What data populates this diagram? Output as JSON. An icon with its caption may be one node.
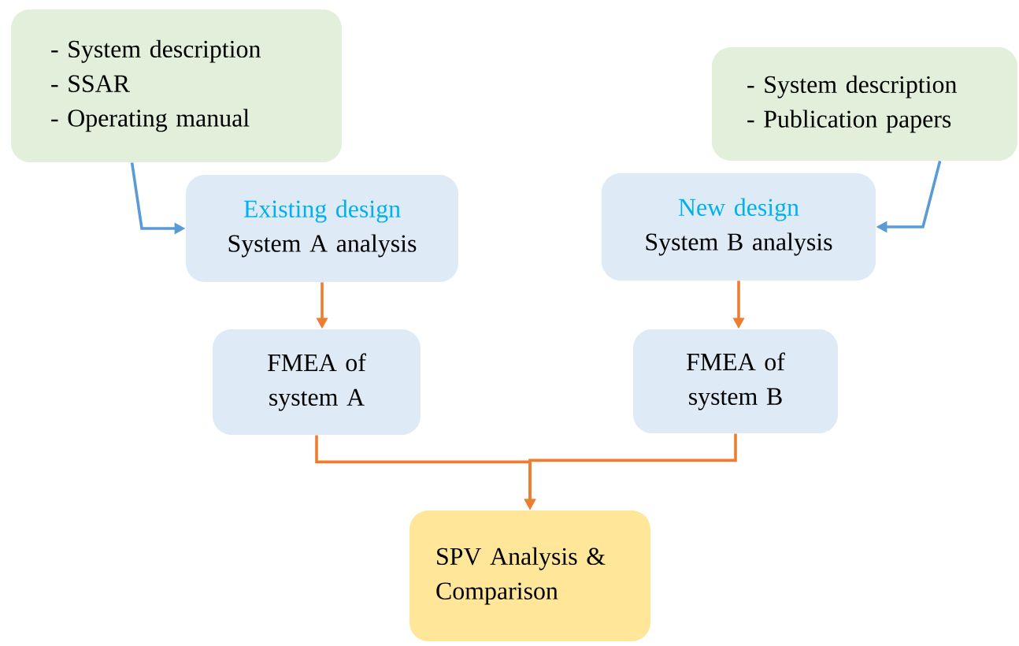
{
  "diagram": {
    "nodes": [
      {
        "text": [
          "- System description",
          "- SSAR",
          "- Operating manual"
        ]
      },
      {
        "text": [
          "- System description",
          "- Publication papers"
        ]
      },
      {
        "text": [
          "Existing design",
          "System A analysis"
        ]
      },
      {
        "text": [
          "New design",
          "System B analysis"
        ]
      },
      {
        "text": [
          "FMEA of system A"
        ]
      },
      {
        "text": [
          "FMEA of system B"
        ]
      },
      {
        "text": [
          "SPV Analysis & Comparison"
        ]
      }
    ],
    "edges": [
      {
        "from": 0,
        "to": 2,
        "arrow": "to",
        "color": "#5b9bd5"
      },
      {
        "from": 1,
        "to": 3,
        "arrow": "to",
        "color": "#5b9bd5"
      },
      {
        "from": 2,
        "to": 4,
        "arrow": "to"
      },
      {
        "from": 3,
        "to": 5,
        "arrow": "to"
      },
      {
        "from": 4,
        "to": 6,
        "arrow": "to"
      },
      {
        "from": 5,
        "to": 6,
        "arrow": "to"
      }
    ]
  }
}
